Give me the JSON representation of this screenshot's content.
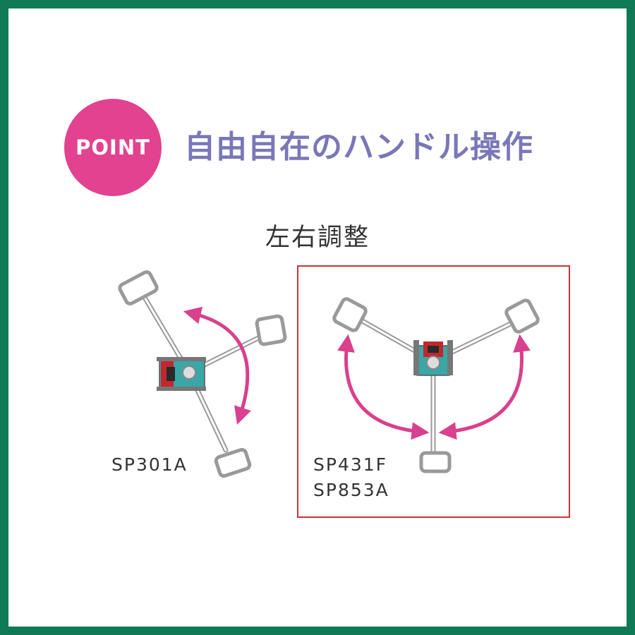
{
  "badge": {
    "label": "POINT"
  },
  "headline": "自由自在のハンドル操作",
  "subheading": "左右調整",
  "models": {
    "left": "SP301A",
    "right_1": "SP431F",
    "right_2": "SP853A"
  },
  "colors": {
    "frame": "#0f7a55",
    "badge": "#e2428f",
    "headline": "#7a77b8",
    "arrow": "#d9408d",
    "highlight_border": "#c8343b",
    "machine_body": "#3aa6a6",
    "machine_motor": "#c4262e",
    "handle": "#9a9a9a"
  }
}
